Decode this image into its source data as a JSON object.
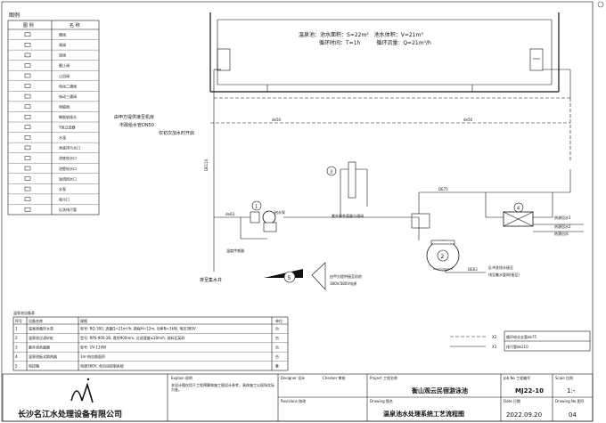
{
  "legend": {
    "title": "图例",
    "col_symbol": "图 例",
    "col_name": "名 称",
    "items": [
      "蝶阀",
      "闸阀",
      "球阀",
      "截止阀",
      "止回阀",
      "电动二通阀",
      "电动三通阀",
      "电磁阀",
      "橡胶软接头",
      "Y型过滤器",
      "水温",
      "池底排污水口",
      "池底给水口",
      "池壁给水口",
      "溢流回水口",
      "水泵",
      "吸污口",
      "反洗排污管"
    ]
  },
  "pool_info": {
    "line1": "温泉池：池水面积：S=22m²　池水体积：V=21m³",
    "line2": "循环时间：T=1h　　　循环流量：Q=21m³/h"
  },
  "labels": {
    "city_water_1": "由甲方提供接至机房",
    "city_water_2": "市政给水管DN50",
    "city_water_3": "仅初次加水时开启",
    "pipe_de50_a": "de50",
    "pipe_de50_b": "de50",
    "pipe_de63": "de63",
    "pipe_de75": "DE75",
    "pipe_de110": "DE110",
    "pipe_de63_b": "DE63",
    "pump_label": "给水泵",
    "strainer_label": "毛发",
    "uv_label": "紫外线杀菌器与通阀",
    "drain_pit": "排至集水井",
    "hot_return_1": "热源回水1",
    "hot_return_2": "热源回水2",
    "hot_out": "热源出水",
    "backwash_1": "反冲洗排水接至",
    "backwash_2": "排至集水管网(接至)",
    "power_1": "由甲方提供接至机房",
    "power_2": "380V/380V电源",
    "sensor_label": "温度传感器",
    "callout_1": "1",
    "callout_2": "2",
    "callout_3": "3",
    "callout_4": "4",
    "callout_5": "5"
  },
  "equipment": {
    "title": "温泉池设备表",
    "headers": [
      "序号",
      "设备名称",
      "规格",
      "单位"
    ],
    "rows": [
      [
        "1",
        "温泉池循环水泵",
        "型号: RQ-300, 流量Q=21m³/h, 扬程H=12m, 功率N=3kW, 电压380V",
        "台"
      ],
      [
        "2",
        "温泉池过滤砂缸",
        "型号: RPS-900-2B, 直径900mm, 过滤速度≤30m/h, 滤料石英砂",
        "台"
      ],
      [
        "3",
        "紫外线杀菌器",
        "型号: UV-120W",
        "台"
      ],
      [
        "4",
        "温泉池板式换热器",
        "1m²热交换面积",
        "台"
      ],
      [
        "5",
        "电控箱",
        "电源380V, 含自动控制系统",
        "套"
      ]
    ]
  },
  "right_notes": {
    "item_x2": "X2",
    "item_x2_desc": "循环给水支管de75",
    "item_x3": "X3",
    "item_x3_desc": "排污管de110"
  },
  "title_block": {
    "company": "长沙名江水处理设备有限公司",
    "explain_label": "Explain 说明",
    "explain_text": "本设计图仅用于工程预算和施工图设计参考，具体施工以现场实际为准。",
    "designer_label": "Designer 设计",
    "checker_label": "Checker 审核",
    "project_label": "Project 工程名称",
    "project_name": "衡山观云民宿游泳池",
    "drawing_label": "Drawing 图名",
    "drawing_name": "温泉池水处理系统工艺流程图",
    "revisions_label": "Revisions 修改",
    "job_no_label": "Job No 工程编号",
    "job_no": "MJ22-10",
    "scale_label": "Scale 比例",
    "scale": "1:-",
    "date_label": "Date 日期",
    "date": "2022.09.20",
    "drawing_no_label": "Drawing No 图号",
    "drawing_no": "04"
  }
}
